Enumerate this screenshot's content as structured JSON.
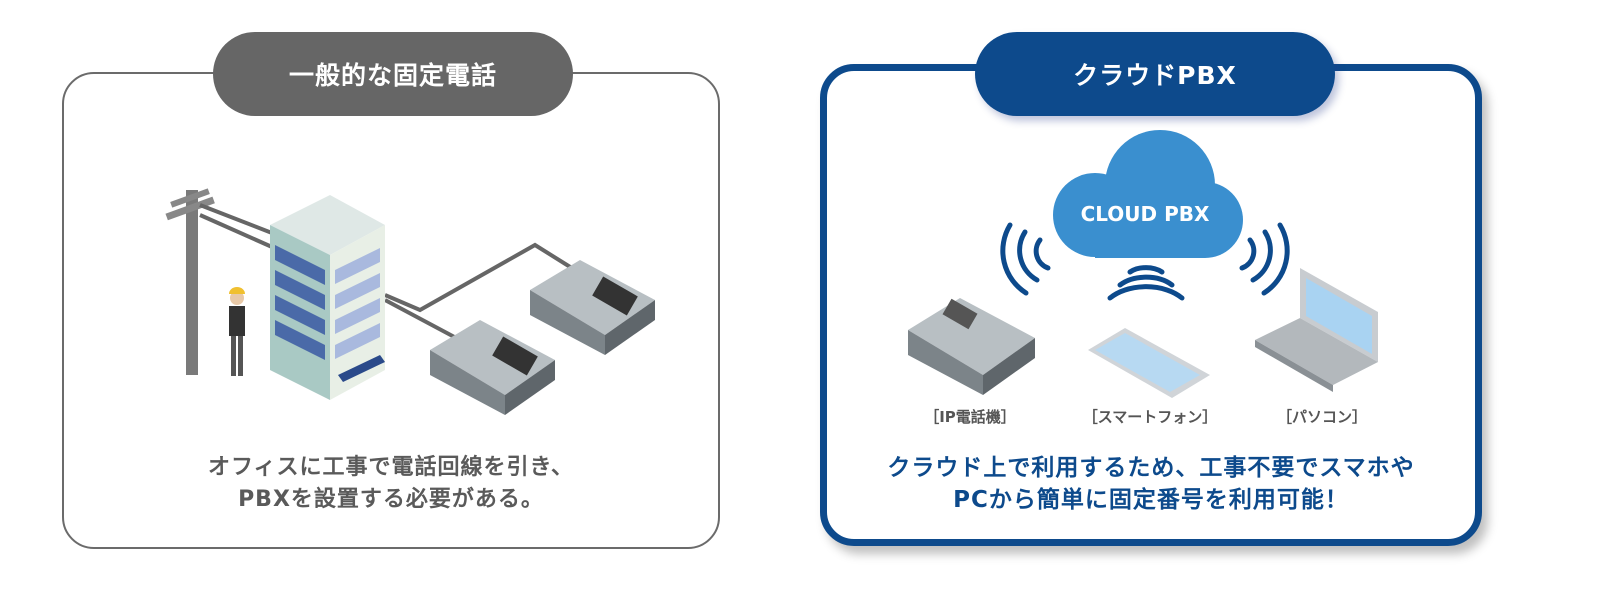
{
  "left": {
    "title": "一般的な固定電話",
    "description_line1": "オフィスに工事で電話回線を引き、",
    "description_line2": "PBXを設置する必要がある。"
  },
  "right": {
    "title": "クラウドPBX",
    "cloud_label": "CLOUD PBX",
    "devices": [
      "［IP電話機］",
      "［スマートフォン］",
      "［パソコン］"
    ],
    "description_line1": "クラウド上で利用するため、工事不要でスマホや",
    "description_line2": "PCから簡単に固定番号を利用可能！"
  },
  "colors": {
    "gray": "#666666",
    "blue": "#0d4a8c",
    "cloud": "#3a8fcf"
  }
}
